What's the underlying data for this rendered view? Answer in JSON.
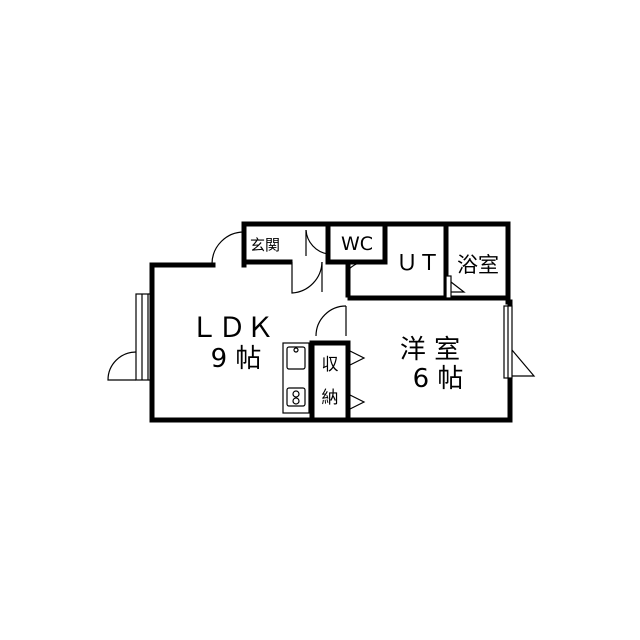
{
  "floor_plan": {
    "rooms": {
      "ldk": {
        "name": "ＬＤＫ",
        "size": "9 帖"
      },
      "western": {
        "name": "洋 室",
        "size": "6 帖"
      },
      "entrance": {
        "name": "玄関"
      },
      "wc": {
        "name": "WC"
      },
      "ut": {
        "name": "ＵＴ"
      },
      "bath": {
        "name": "浴室"
      },
      "storage": {
        "line1": "収",
        "line2": "納"
      }
    },
    "colors": {
      "wall": "#000000",
      "background": "#ffffff"
    }
  }
}
